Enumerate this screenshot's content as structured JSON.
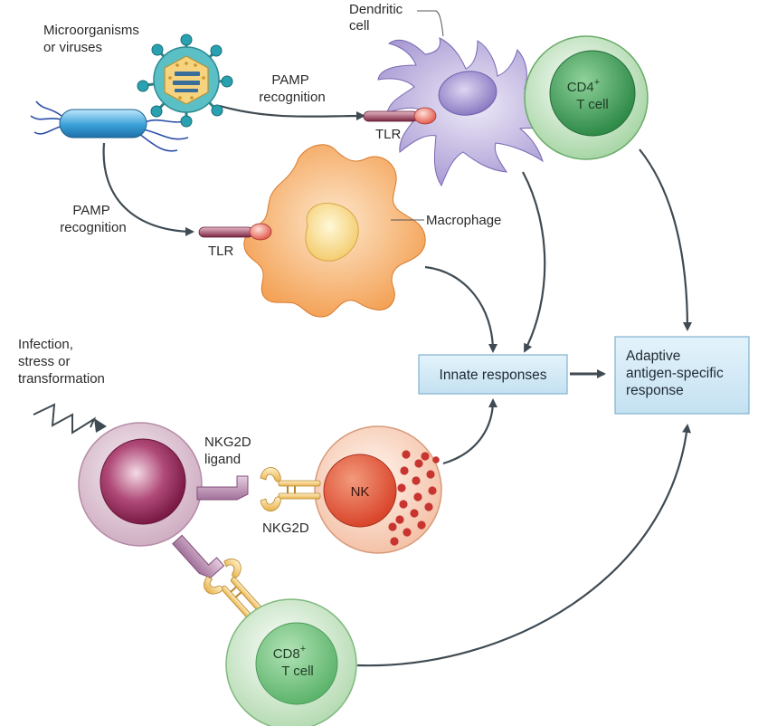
{
  "labels": {
    "microorganisms": [
      "Microorganisms",
      "or viruses"
    ],
    "dendritic": [
      "Dendritic",
      "cell"
    ],
    "pamp_top": [
      "PAMP",
      "recognition"
    ],
    "pamp_left": [
      "PAMP",
      "recognition"
    ],
    "tlr_top": "TLR",
    "tlr_left": "TLR",
    "macrophage": "Macrophage",
    "cd4": [
      "CD4",
      "+",
      "T cell"
    ],
    "infection": [
      "Infection,",
      "stress or",
      "transformation"
    ],
    "nkg2d_ligand": [
      "NKG2D",
      "ligand"
    ],
    "nkg2d": "NKG2D",
    "nk": "NK",
    "cd8": [
      "CD8",
      "+",
      "T cell"
    ]
  },
  "boxes": {
    "innate": "Innate responses",
    "adaptive": [
      "Adaptive",
      "antigen-specific",
      "response"
    ]
  },
  "colors": {
    "box_fill": "#cfe7f3",
    "box_stroke": "#7fb2cf",
    "arrow": "#3f4a52",
    "dendritic": "#b4a7d8",
    "macrophage": "#f5a860",
    "cd4_ring": "#b9dfb8",
    "cd4_core": "#3e9a56",
    "target_ring": "#dcc3d3",
    "target_core": "#8e2450",
    "nk_ring": "#f8d3c0",
    "nk_core": "#e0573b",
    "receptor": "#f0c267",
    "bacterium": "#3ea2d8",
    "virus": "#27a3b1"
  }
}
